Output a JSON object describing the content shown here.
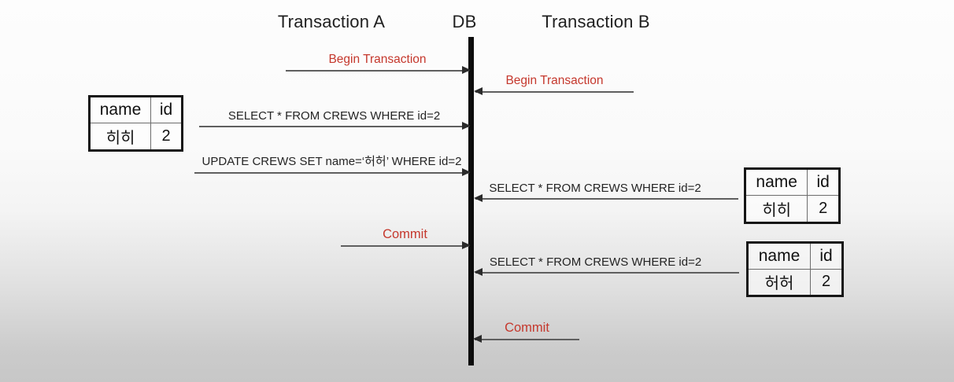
{
  "diagram_title": "Transaction isolation sequence diagram",
  "columns": {
    "transaction_a": "Transaction A",
    "db": "DB",
    "transaction_b": "Transaction B"
  },
  "colors": {
    "accent_red": "#c5382d",
    "arrow_line": "#5f5f5f",
    "lifeline": "#0c0c0c",
    "text": "#242424",
    "background_top": "#fdfdfd",
    "background_bottom": "#c7c7c7"
  },
  "messages": {
    "a_begin": "Begin Transaction",
    "b_begin": "Begin Transaction",
    "a_select": "SELECT * FROM CREWS WHERE id=2",
    "a_update": "UPDATE CREWS SET name=‘허허’ WHERE id=2",
    "b_select_1": "SELECT * FROM CREWS WHERE id=2",
    "a_commit": "Commit",
    "b_select_2": "SELECT * FROM CREWS WHERE id=2",
    "b_commit": "Commit"
  },
  "tables": {
    "a_result": {
      "headers": [
        "name",
        "id"
      ],
      "rows": [
        [
          "히히",
          "2"
        ]
      ]
    },
    "b_result_1": {
      "headers": [
        "name",
        "id"
      ],
      "rows": [
        [
          "히히",
          "2"
        ]
      ]
    },
    "b_result_2": {
      "headers": [
        "name",
        "id"
      ],
      "rows": [
        [
          "허허",
          "2"
        ]
      ]
    }
  }
}
